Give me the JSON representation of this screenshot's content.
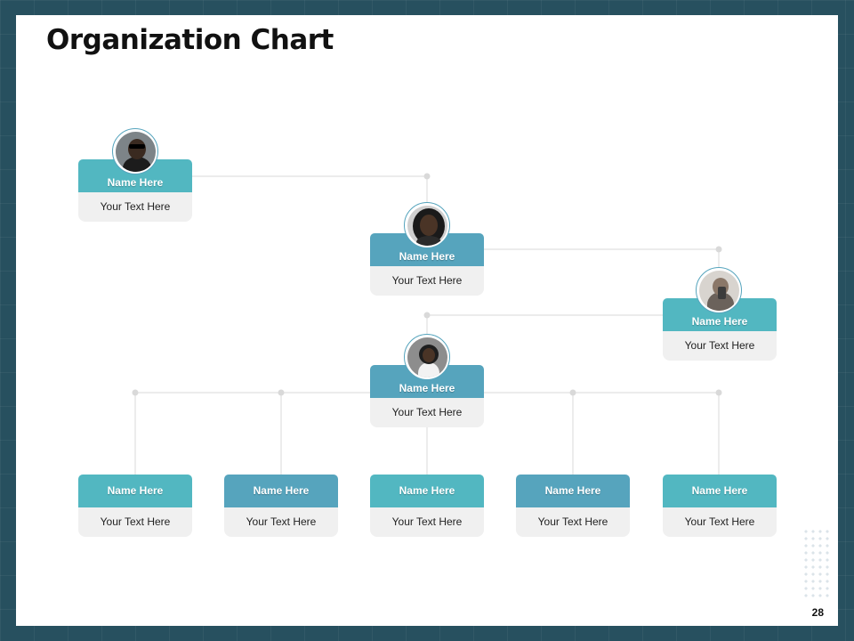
{
  "slide": {
    "title": "Organization Chart",
    "page_number": "28"
  },
  "nodes": {
    "top": {
      "name": "Name Here",
      "text": "Your Text Here"
    },
    "second": {
      "name": "Name Here",
      "text": "Your Text Here"
    },
    "third": {
      "name": "Name Here",
      "text": "Your Text Here"
    },
    "fourth": {
      "name": "Name Here",
      "text": "Your Text Here"
    },
    "bottom": [
      {
        "name": "Name Here",
        "text": "Your Text Here"
      },
      {
        "name": "Name Here",
        "text": "Your Text Here"
      },
      {
        "name": "Name Here",
        "text": "Your Text Here"
      },
      {
        "name": "Name Here",
        "text": "Your Text Here"
      },
      {
        "name": "Name Here",
        "text": "Your Text Here"
      }
    ]
  },
  "colors": {
    "teal": "#52b7c1",
    "blue": "#56a4bd",
    "connector": "#d9d9d9",
    "background": "#27505f"
  }
}
